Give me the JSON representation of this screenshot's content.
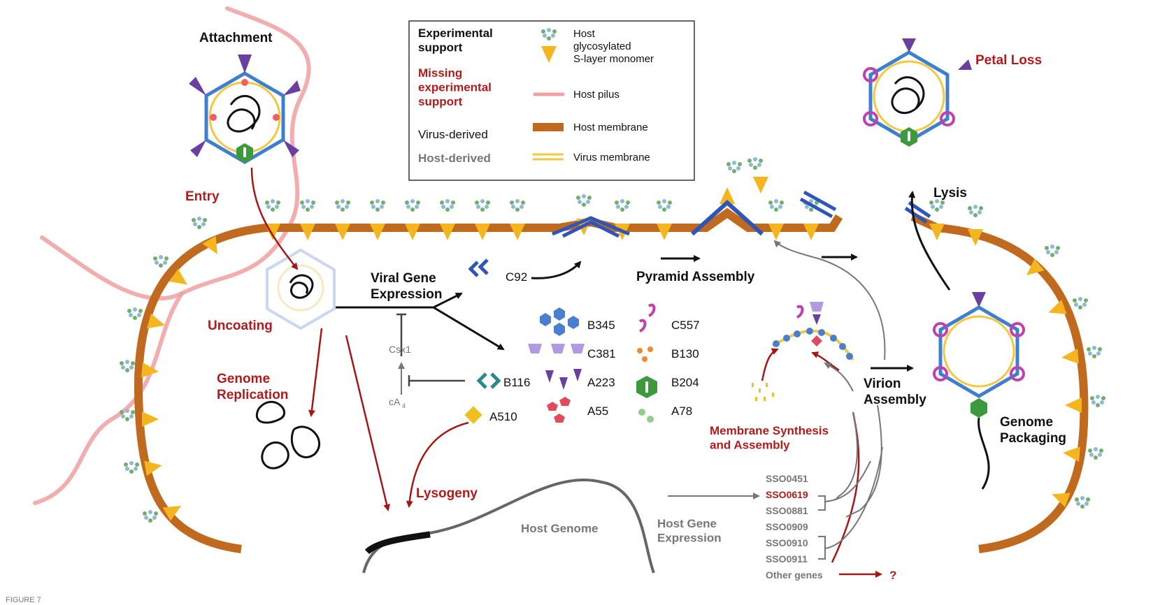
{
  "legend": {
    "experimental": "Experimental support",
    "missing": "Missing experimental support",
    "virus_derived": "Virus-derived",
    "host_derived": "Host-derived",
    "slayer": "Host glycosylated S-layer monomer",
    "pilus": "Host pilus",
    "host_membrane": "Host membrane",
    "virus_membrane": "Virus membrane"
  },
  "stages": {
    "attachment": "Attachment",
    "entry": "Entry",
    "uncoating": "Uncoating",
    "genome_replication": "Genome Replication",
    "viral_gene_expression": "Viral Gene Expression",
    "pyramid_assembly": "Pyramid Assembly",
    "lysogeny": "Lysogeny",
    "membrane_synthesis": "Membrane Synthesis and Assembly",
    "virion_assembly": "Virion Assembly",
    "genome_packaging": "Genome Packaging",
    "lysis": "Lysis",
    "petal_loss": "Petal Loss",
    "host_genome": "Host Genome",
    "host_gene_expression": "Host Gene Expression"
  },
  "proteins": {
    "c92": "C92",
    "b345": "B345",
    "c381": "C381",
    "a223": "A223",
    "a55": "A55",
    "c557": "C557",
    "b130": "B130",
    "b204": "B204",
    "a78": "A78",
    "b116": "B116",
    "a510": "A510",
    "csx1": "Csx1",
    "ca4": "cA"
  },
  "host_genes": [
    "SSO0451",
    "SSO0619",
    "SSO0881",
    "SSO0909",
    "SSO0910",
    "SSO0911",
    "Other genes"
  ],
  "question": "?",
  "caption": "FIGURE 7"
}
